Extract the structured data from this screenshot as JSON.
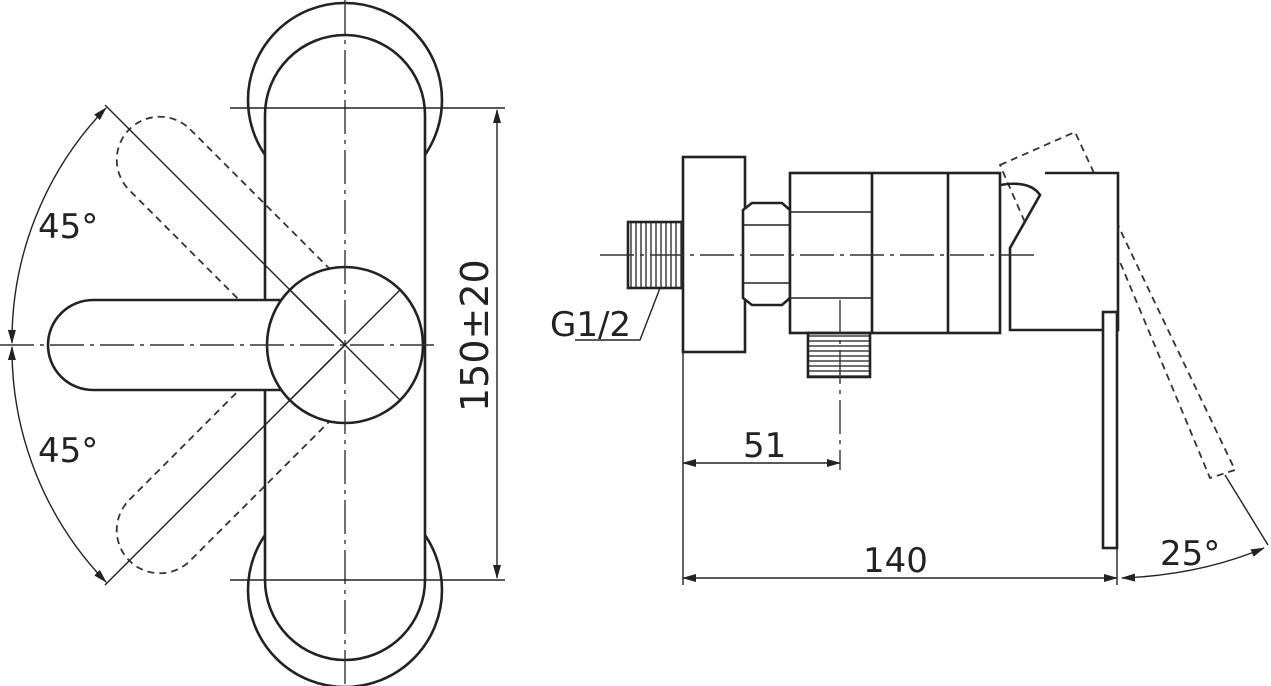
{
  "front_view": {
    "angle_upper": "45°",
    "angle_lower": "45°",
    "height_dimension": "150±20"
  },
  "side_view": {
    "thread_label": "G1/2",
    "outlet_offset": "51",
    "total_depth": "140",
    "lever_angle": "25°"
  },
  "colors": {
    "line": "#222222",
    "background": "#ffffff"
  }
}
